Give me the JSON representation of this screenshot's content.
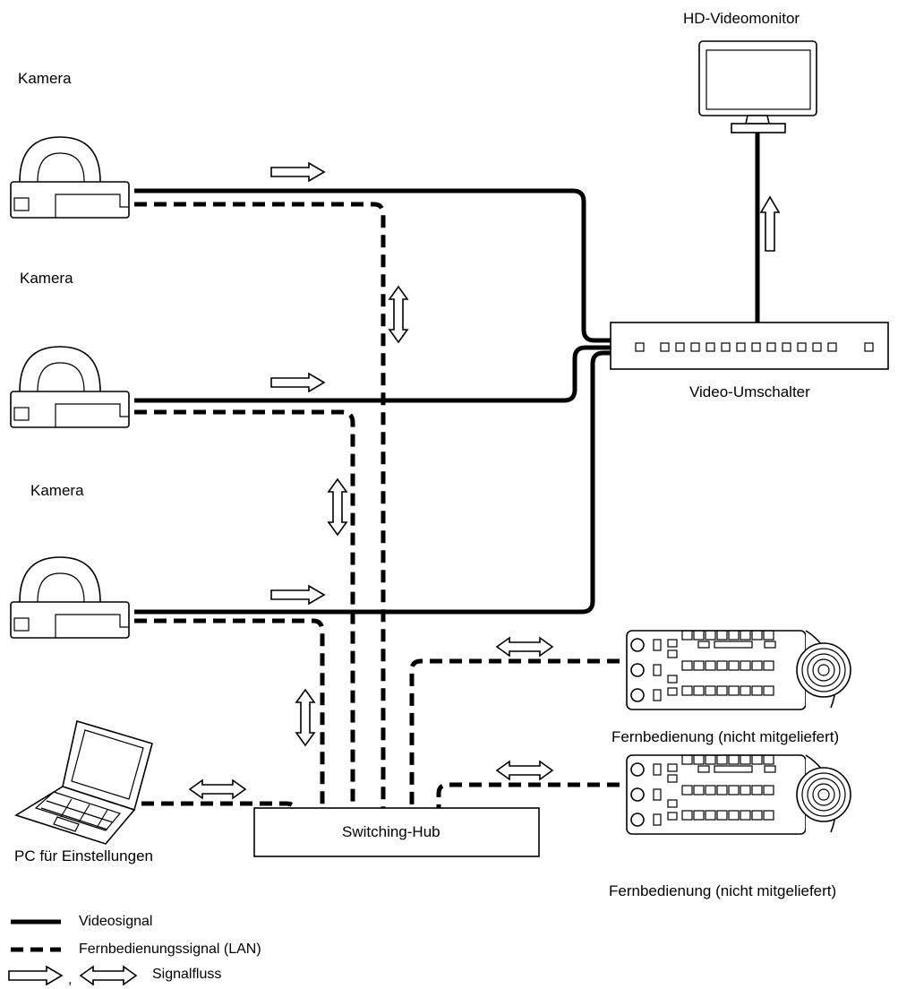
{
  "labels": {
    "camera_1": "Kamera",
    "camera_2": "Kamera",
    "camera_3": "Kamera",
    "monitor": "HD-Videomonitor",
    "switcher": "Video-Umschalter",
    "remote_1": "Fernbedienung (nicht mitgeliefert)",
    "remote_2": "Fernbedienung (nicht mitgeliefert)",
    "pc": "PC für Einstellungen",
    "hub": "Switching-Hub"
  },
  "legend": {
    "video": "Videosignal",
    "remote": "Fernbedienungssignal (LAN)",
    "flow_separator": ",",
    "flow": "Signalfluss"
  },
  "colors": {
    "line": "#000000",
    "background": "#ffffff"
  }
}
